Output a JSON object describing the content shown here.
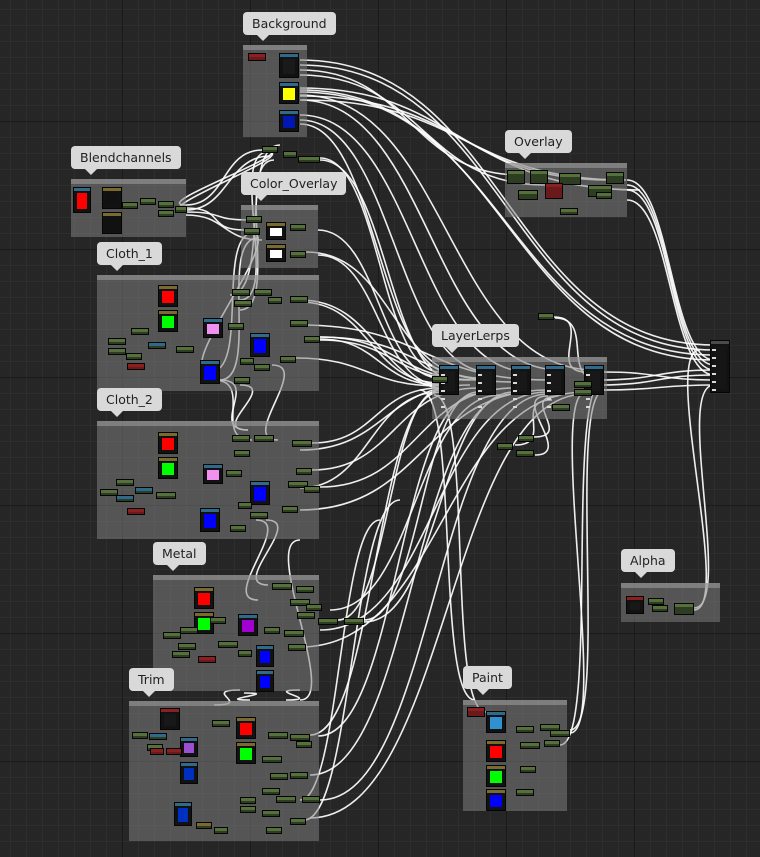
{
  "colors": {
    "background": "#262626",
    "wire": "#ffffff",
    "comment_box": "#808080",
    "tag_bg": "#d9d9d9",
    "swatch_red": "#ff0000",
    "swatch_green": "#00ff00",
    "swatch_blue": "#0000ff",
    "swatch_yellow": "#ffff00",
    "swatch_white": "#ffffff",
    "swatch_pink": "#f090f0",
    "swatch_purple": "#a000d0"
  },
  "groups": {
    "background": "Background",
    "blendchannels": "Blendchannels",
    "color_overlay": "Color_Overlay",
    "overlay": "Overlay",
    "cloth_1": "Cloth_1",
    "layerlerps": "LayerLerps",
    "cloth_2": "Cloth_2",
    "metal": "Metal",
    "alpha": "Alpha",
    "trim": "Trim",
    "paint": "Paint"
  },
  "icons": {
    "texture": "texture-sample-icon",
    "color": "constant-color-icon",
    "output": "material-output-icon"
  }
}
